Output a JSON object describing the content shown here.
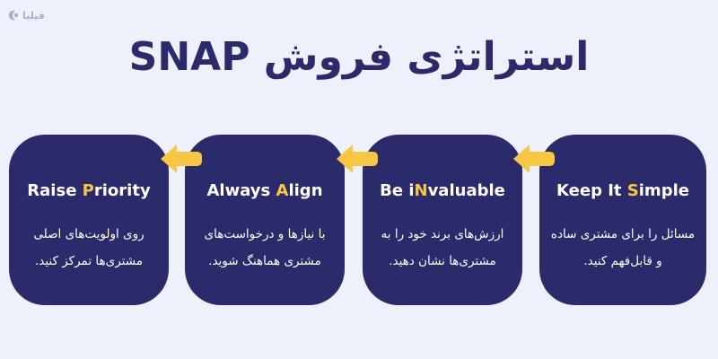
{
  "brand": {
    "name": "فیلیا",
    "icon": "filia-logo-icon"
  },
  "title": "استراتژی فروش SNAP",
  "colors": {
    "background": "#eef0fb",
    "card": "#2b2a6b",
    "accent": "#f7c744",
    "title": "#2b2a6b"
  },
  "cards": [
    {
      "title_before": "Keep It ",
      "highlight": "S",
      "title_after": "imple",
      "desc_line1": "مسائل را برای مشتری ساده",
      "desc_line2": "و قابل‌فهم کنید."
    },
    {
      "title_before": "Be i",
      "highlight": "N",
      "title_after": "valuable",
      "desc_line1": "ارزش‌های برند خود را به",
      "desc_line2": "مشتری‌ها نشان دهید."
    },
    {
      "title_before": "Always ",
      "highlight": "A",
      "title_after": "lign",
      "desc_line1": "با نیازها و درخواست‌های",
      "desc_line2": "مشتری هماهنگ شوید."
    },
    {
      "title_before": "Raise ",
      "highlight": "P",
      "title_after": "riority",
      "desc_line1": "روی اولویت‌های اصلی",
      "desc_line2": "مشتری‌ها تمرکز کنید."
    }
  ]
}
